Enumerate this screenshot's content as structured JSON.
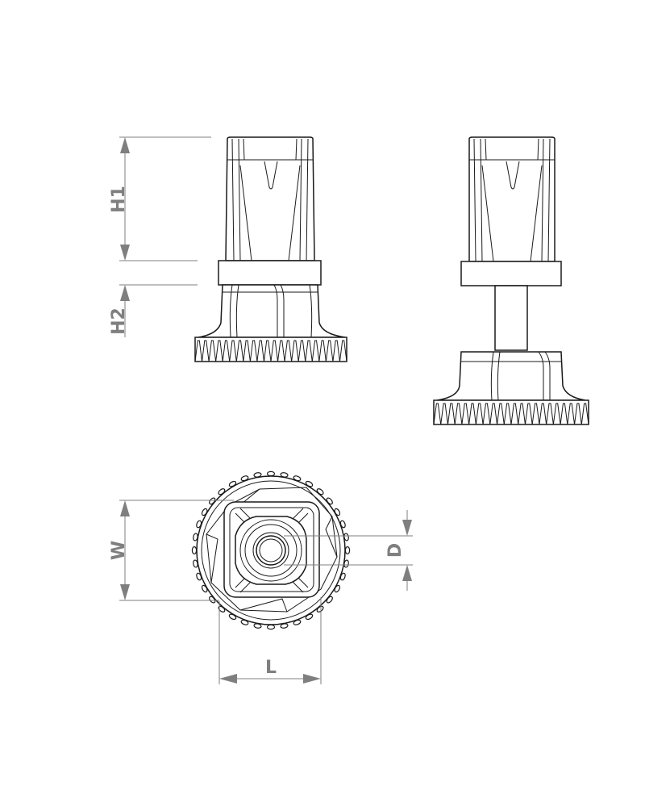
{
  "dimensions": {
    "h1": "H1",
    "h2": "H2",
    "w": "W",
    "d": "D",
    "l": "L"
  },
  "colors": {
    "line": "#1a1a1a",
    "dimension": "#7f7f7f",
    "background": "#ffffff"
  }
}
